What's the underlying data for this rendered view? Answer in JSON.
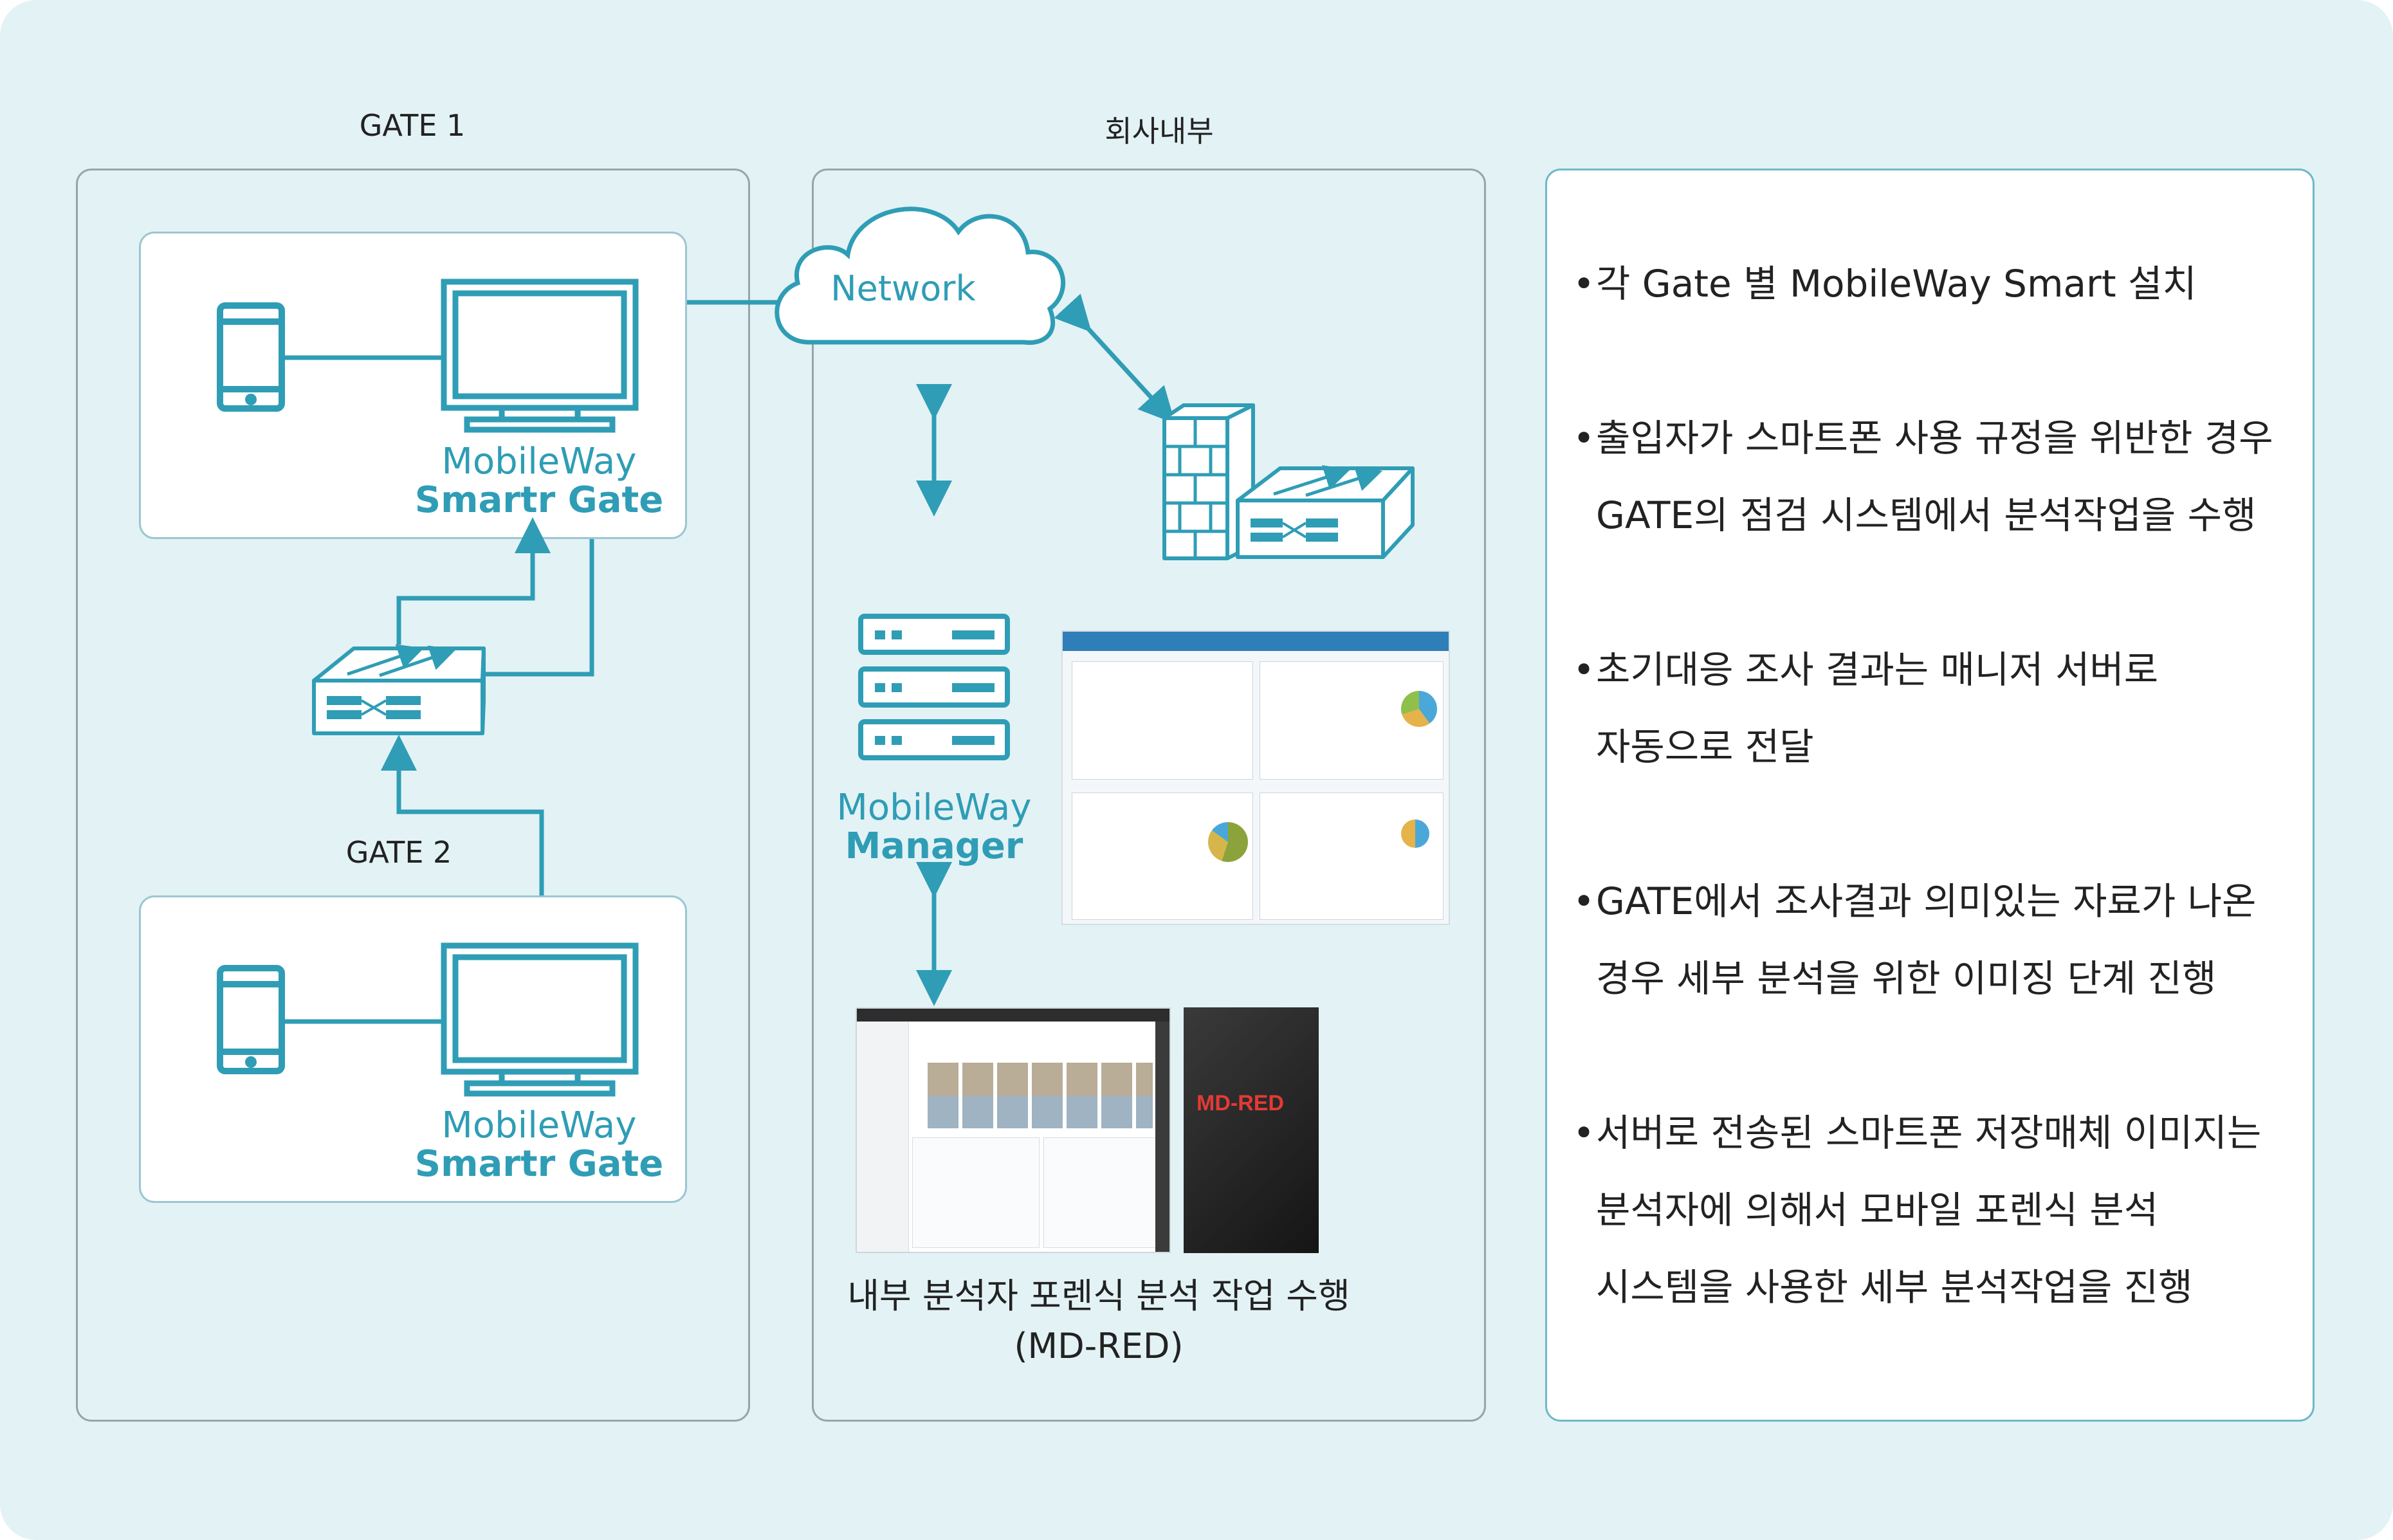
{
  "sections": {
    "gate1_label": "GATE 1",
    "internal_label": "회사내부",
    "gate2_label": "GATE 2"
  },
  "gate1_device": {
    "line1": "MobileWay",
    "line2": "Smartr Gate"
  },
  "gate2_device": {
    "line1": "MobileWay",
    "line2": "Smartr Gate"
  },
  "network": {
    "label": "Network"
  },
  "manager": {
    "line1": "MobileWay",
    "line2": "Manager"
  },
  "md_red": {
    "logo": "MD-RED"
  },
  "analysis_caption": {
    "line1": "내부 분석자 포렌식 분석 작업 수행",
    "line2": "(MD-RED)"
  },
  "notes": [
    {
      "lines": [
        "각 Gate 별 MobileWay Smart 설치"
      ]
    },
    {
      "lines": [
        "출입자가 스마트폰 사용 규정을 위반한 경우",
        "GATE의 점검 시스템에서 분석작업을 수행"
      ]
    },
    {
      "lines": [
        "초기대응 조사 결과는 매니저 서버로",
        "자동으로 전달"
      ]
    },
    {
      "lines": [
        "GATE에서 조사결과 의미있는 자료가 나온",
        "경우 세부 분석을 위한 이미징 단계 진행"
      ]
    },
    {
      "lines": [
        "서버로 전송된 스마트폰 저장매체 이미지는",
        "분석자에 의해서 모바일 포렌식 분석",
        "시스템을 사용한 세부 분석작업을 진행"
      ]
    }
  ],
  "colors": {
    "accent": "#2f9db5",
    "background": "#e3f2f5",
    "frame": "#9aa4a8",
    "box_border": "#9bc6d2"
  },
  "icons": [
    "smartphone-icon",
    "monitor-icon",
    "switch-icon",
    "cloud-icon",
    "firewall-icon",
    "server-icon",
    "double-arrow-icon"
  ]
}
